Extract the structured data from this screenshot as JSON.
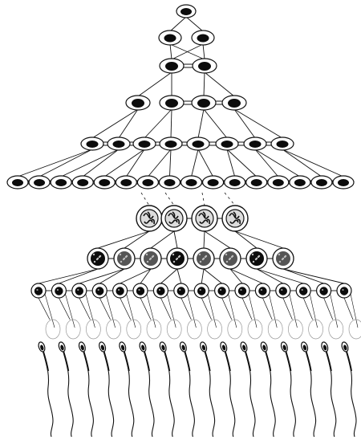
{
  "diagram": {
    "tiers": [
      {
        "id": "spermatogonium-stem",
        "cells": 1
      },
      {
        "id": "spermatogonia-a-pair",
        "cells": 2
      },
      {
        "id": "spermatogonia-a-quad",
        "cells": 2
      },
      {
        "id": "spermatogonia-row-4",
        "cells": 4
      },
      {
        "id": "spermatogonia-row-8",
        "cells": 8
      },
      {
        "id": "spermatogonia-row-16",
        "cells": 16
      },
      {
        "id": "primary-spermatocytes",
        "cells": 4
      },
      {
        "id": "secondary-spermatocytes",
        "cells": 8
      },
      {
        "id": "spermatids",
        "cells": 16
      },
      {
        "id": "spermatozoa",
        "cells": 16
      }
    ],
    "colors": {
      "ink": "#111111",
      "paper": "#ffffff",
      "nucleus": "#0c0c0c",
      "spotted": "#555555"
    }
  }
}
